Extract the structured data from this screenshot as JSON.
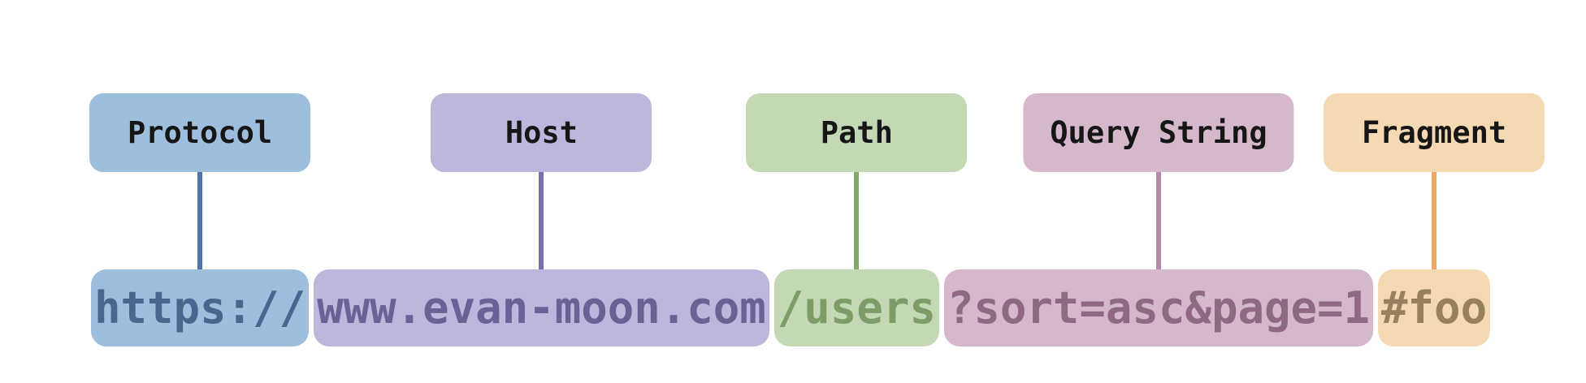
{
  "full_url": "https://www.evan-moon.com/users?sort=asc&page=1#foo",
  "url_parts": [
    {
      "name": "protocol",
      "label": "Protocol",
      "value": "https://",
      "colors": {
        "bg": "#9dbedd",
        "text": "#47688e",
        "line": "#4d76a4"
      }
    },
    {
      "name": "host",
      "label": "Host",
      "value": "www.evan-moon.com",
      "colors": {
        "bg": "#bdb6dd",
        "text": "#6b6195",
        "line": "#7b70ad"
      }
    },
    {
      "name": "path",
      "label": "Path",
      "value": "/users",
      "colors": {
        "bg": "#c3d8b4",
        "text": "#7d9c68",
        "line": "#85a669"
      }
    },
    {
      "name": "query_string",
      "label": "Query String",
      "value": "?sort=asc&page=1",
      "colors": {
        "bg": "#d5b8cc",
        "text": "#8d6a82",
        "line": "#b48aa8"
      }
    },
    {
      "name": "fragment",
      "label": "Fragment",
      "value": "#foo",
      "colors": {
        "bg": "#f5d9b3",
        "text": "#97805c",
        "line": "#eda961"
      }
    }
  ]
}
